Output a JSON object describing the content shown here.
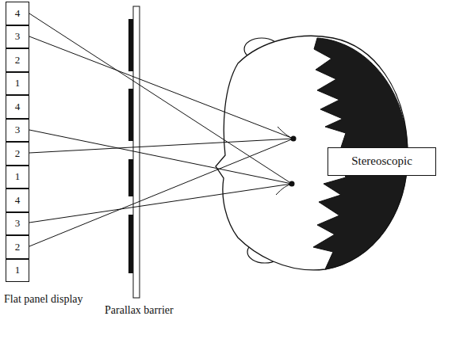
{
  "diagram": {
    "nodes": [
      {
        "text": [
          "4"
        ]
      },
      {
        "text": [
          "3"
        ]
      },
      {
        "text": [
          "2"
        ]
      },
      {
        "text": [
          "1"
        ]
      },
      {
        "text": [
          "4"
        ]
      },
      {
        "text": [
          "3"
        ]
      },
      {
        "text": [
          "2"
        ]
      },
      {
        "text": [
          "1"
        ]
      },
      {
        "text": [
          "4"
        ]
      },
      {
        "text": [
          "3"
        ]
      },
      {
        "text": [
          "2"
        ]
      },
      {
        "text": [
          "1"
        ]
      },
      {
        "text": [
          "Stereoscopic"
        ]
      }
    ],
    "labels": [
      "Flat panel display",
      "Parallax barrier"
    ]
  }
}
